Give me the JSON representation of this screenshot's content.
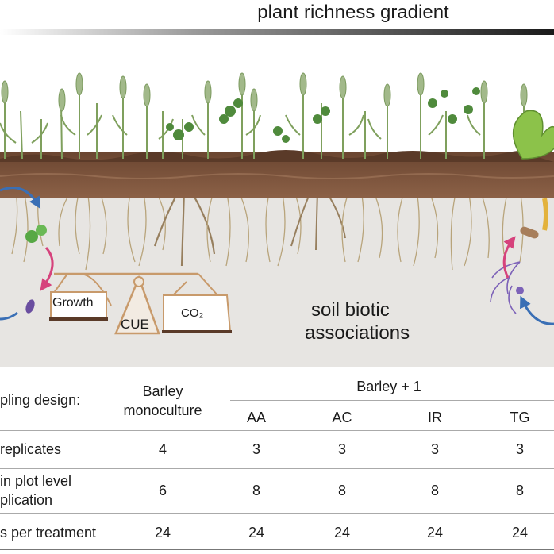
{
  "title": "plant richness gradient",
  "diagram": {
    "growth_label": "Growth",
    "cue_label": "CUE",
    "co2_label": "CO₂",
    "soil_line1": "soil biotic",
    "soil_line2": "associations"
  },
  "table": {
    "header_label": "pling design:",
    "monoculture_line1": "Barley",
    "monoculture_line2": "monoculture",
    "mix_group": "Barley + 1",
    "columns": [
      "AA",
      "AC",
      "IR",
      "TG"
    ],
    "rows": [
      {
        "label": "replicates",
        "values": [
          "4",
          "3",
          "3",
          "3",
          "3"
        ]
      },
      {
        "label_line1": "in plot level",
        "label_line2": "plication",
        "values": [
          "6",
          "8",
          "8",
          "8",
          "8"
        ]
      },
      {
        "label": "s per treatment",
        "values": [
          "24",
          "24",
          "24",
          "24",
          "24"
        ]
      }
    ]
  },
  "colors": {
    "soil_top": "#5e3d2a",
    "soil_mid": "#8a5e44",
    "subsoil": "#e6e4e1",
    "roots": "#b79f72",
    "arrow_blue": "#3a6fb5",
    "arrow_pink": "#d6427c",
    "microbe_green": "#57a845",
    "balance": "#c89a6b"
  }
}
